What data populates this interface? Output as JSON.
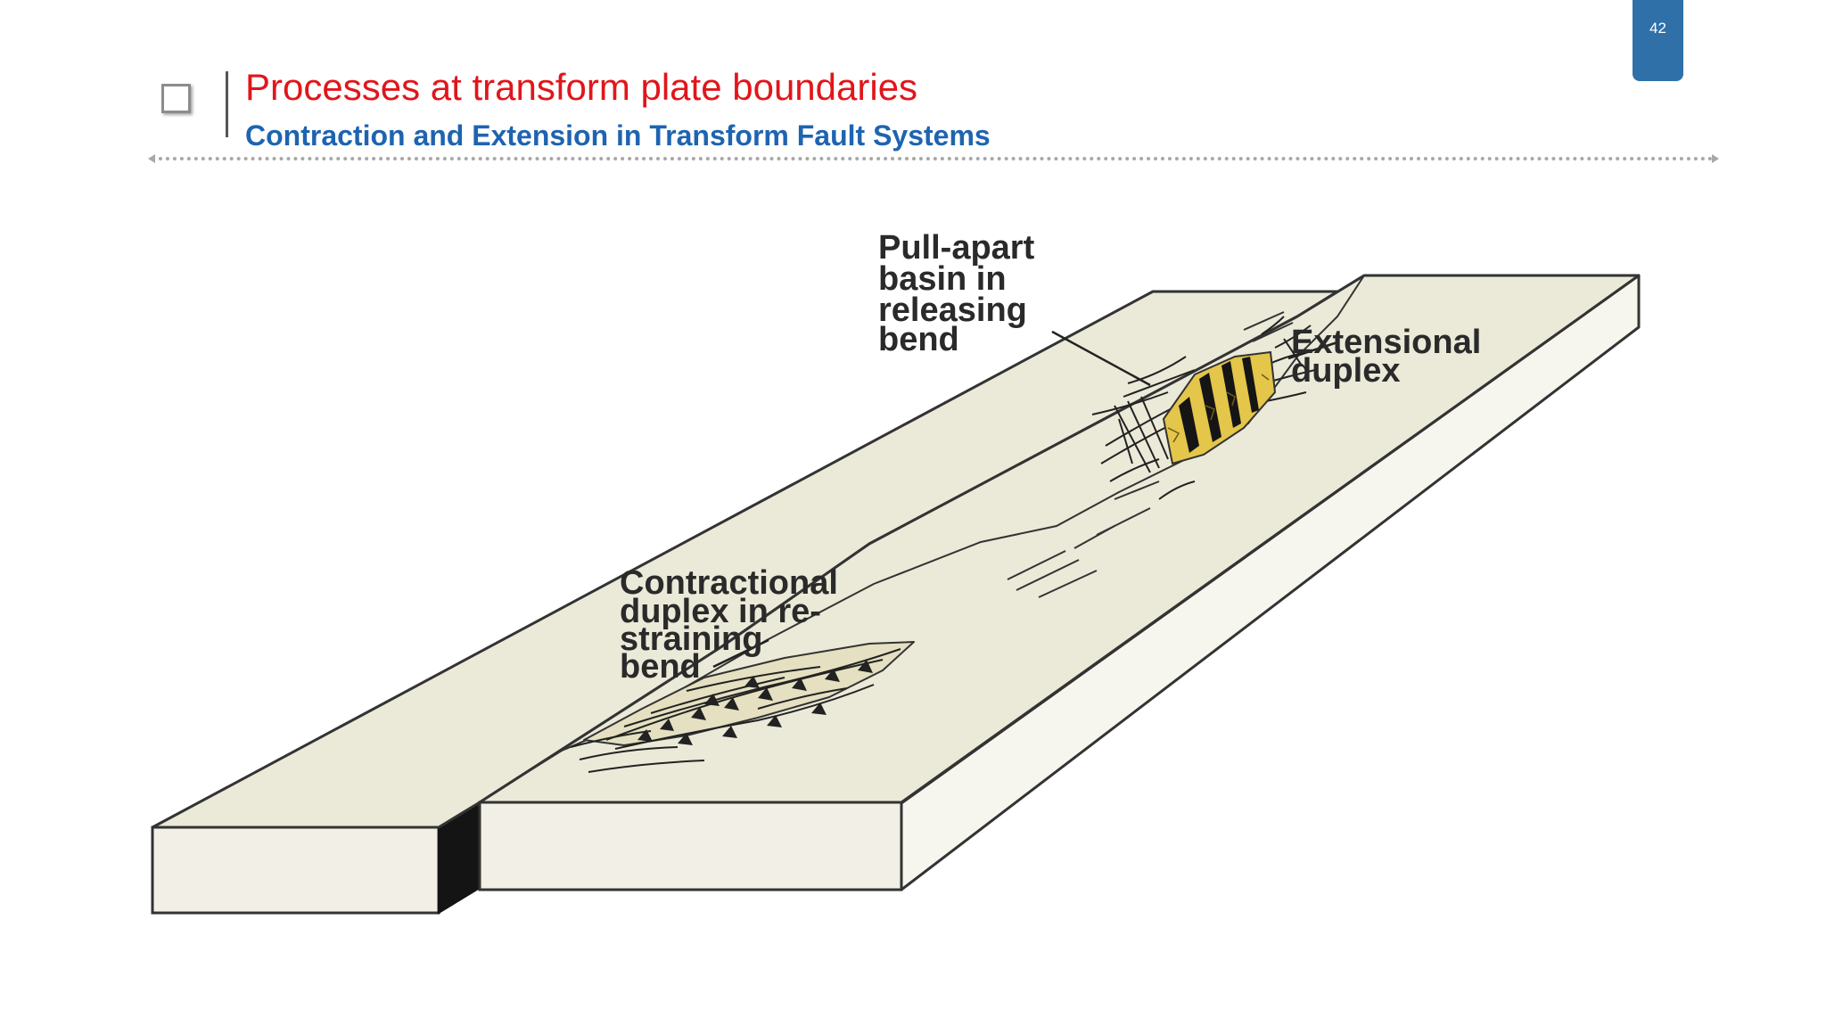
{
  "slide": {
    "page_number": "42",
    "title": "Processes at transform plate boundaries",
    "subtitle": "Contraction and Extension in Transform Fault Systems"
  },
  "diagram": {
    "labels": {
      "pull_apart": [
        "Pull-apart",
        "basin in",
        "releasing",
        "bend"
      ],
      "extensional": [
        "Extensional",
        "duplex"
      ],
      "contractional": [
        "Contractional",
        "duplex in re-",
        "straining",
        "bend"
      ]
    }
  },
  "colors": {
    "title": "#e0161b",
    "subtitle": "#1e64b0",
    "page_tab": "#2f70a8",
    "block_top": "#ebe9d8",
    "block_side": "#f2f0e6",
    "duplex_fill": "#e3c64a"
  }
}
